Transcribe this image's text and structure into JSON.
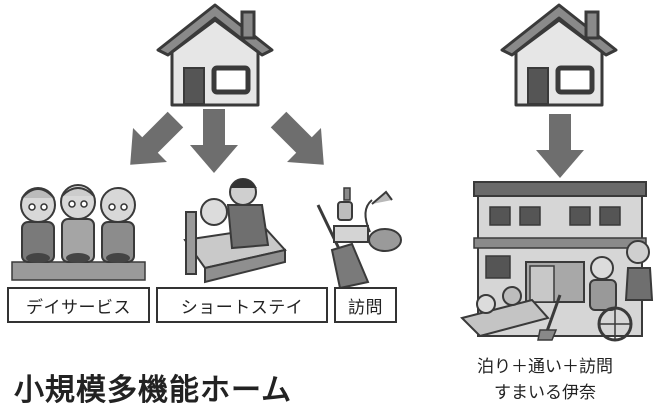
{
  "service_labels": [
    "デイサービス",
    "ショートステイ",
    "訪問"
  ],
  "title": "小規模多機能ホーム",
  "facility_caption": {
    "line1": "泊り＋通い＋訪問",
    "line2": "すまいる伊奈"
  },
  "colors": {
    "arrow": "#6e6e6e",
    "roof": "#8a8a8a",
    "house_body": "#e4e4e4",
    "outline": "#3a3a3a",
    "facility_wall": "#d6d6d6"
  },
  "icons": [
    "house-icon",
    "arrow-icon",
    "elderly-people-icon",
    "caregiver-bed-icon",
    "cleaning-tools-icon",
    "facility-building-icon"
  ]
}
